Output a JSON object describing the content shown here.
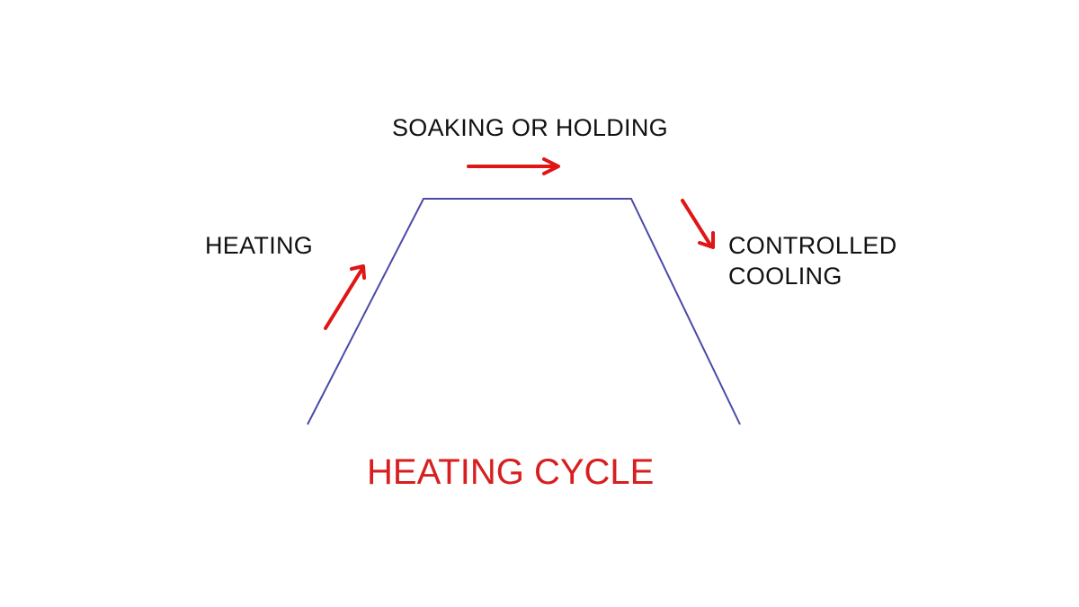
{
  "diagram": {
    "title": "HEATING CYCLE",
    "stages": {
      "heating": "HEATING",
      "soaking": "SOAKING OR HOLDING",
      "cooling_line1": "CONTROLLED",
      "cooling_line2": "COOLING"
    },
    "colors": {
      "curve": "#4a4aa8",
      "arrow": "#e01515",
      "title": "#d81e1e",
      "label": "#111111"
    }
  }
}
